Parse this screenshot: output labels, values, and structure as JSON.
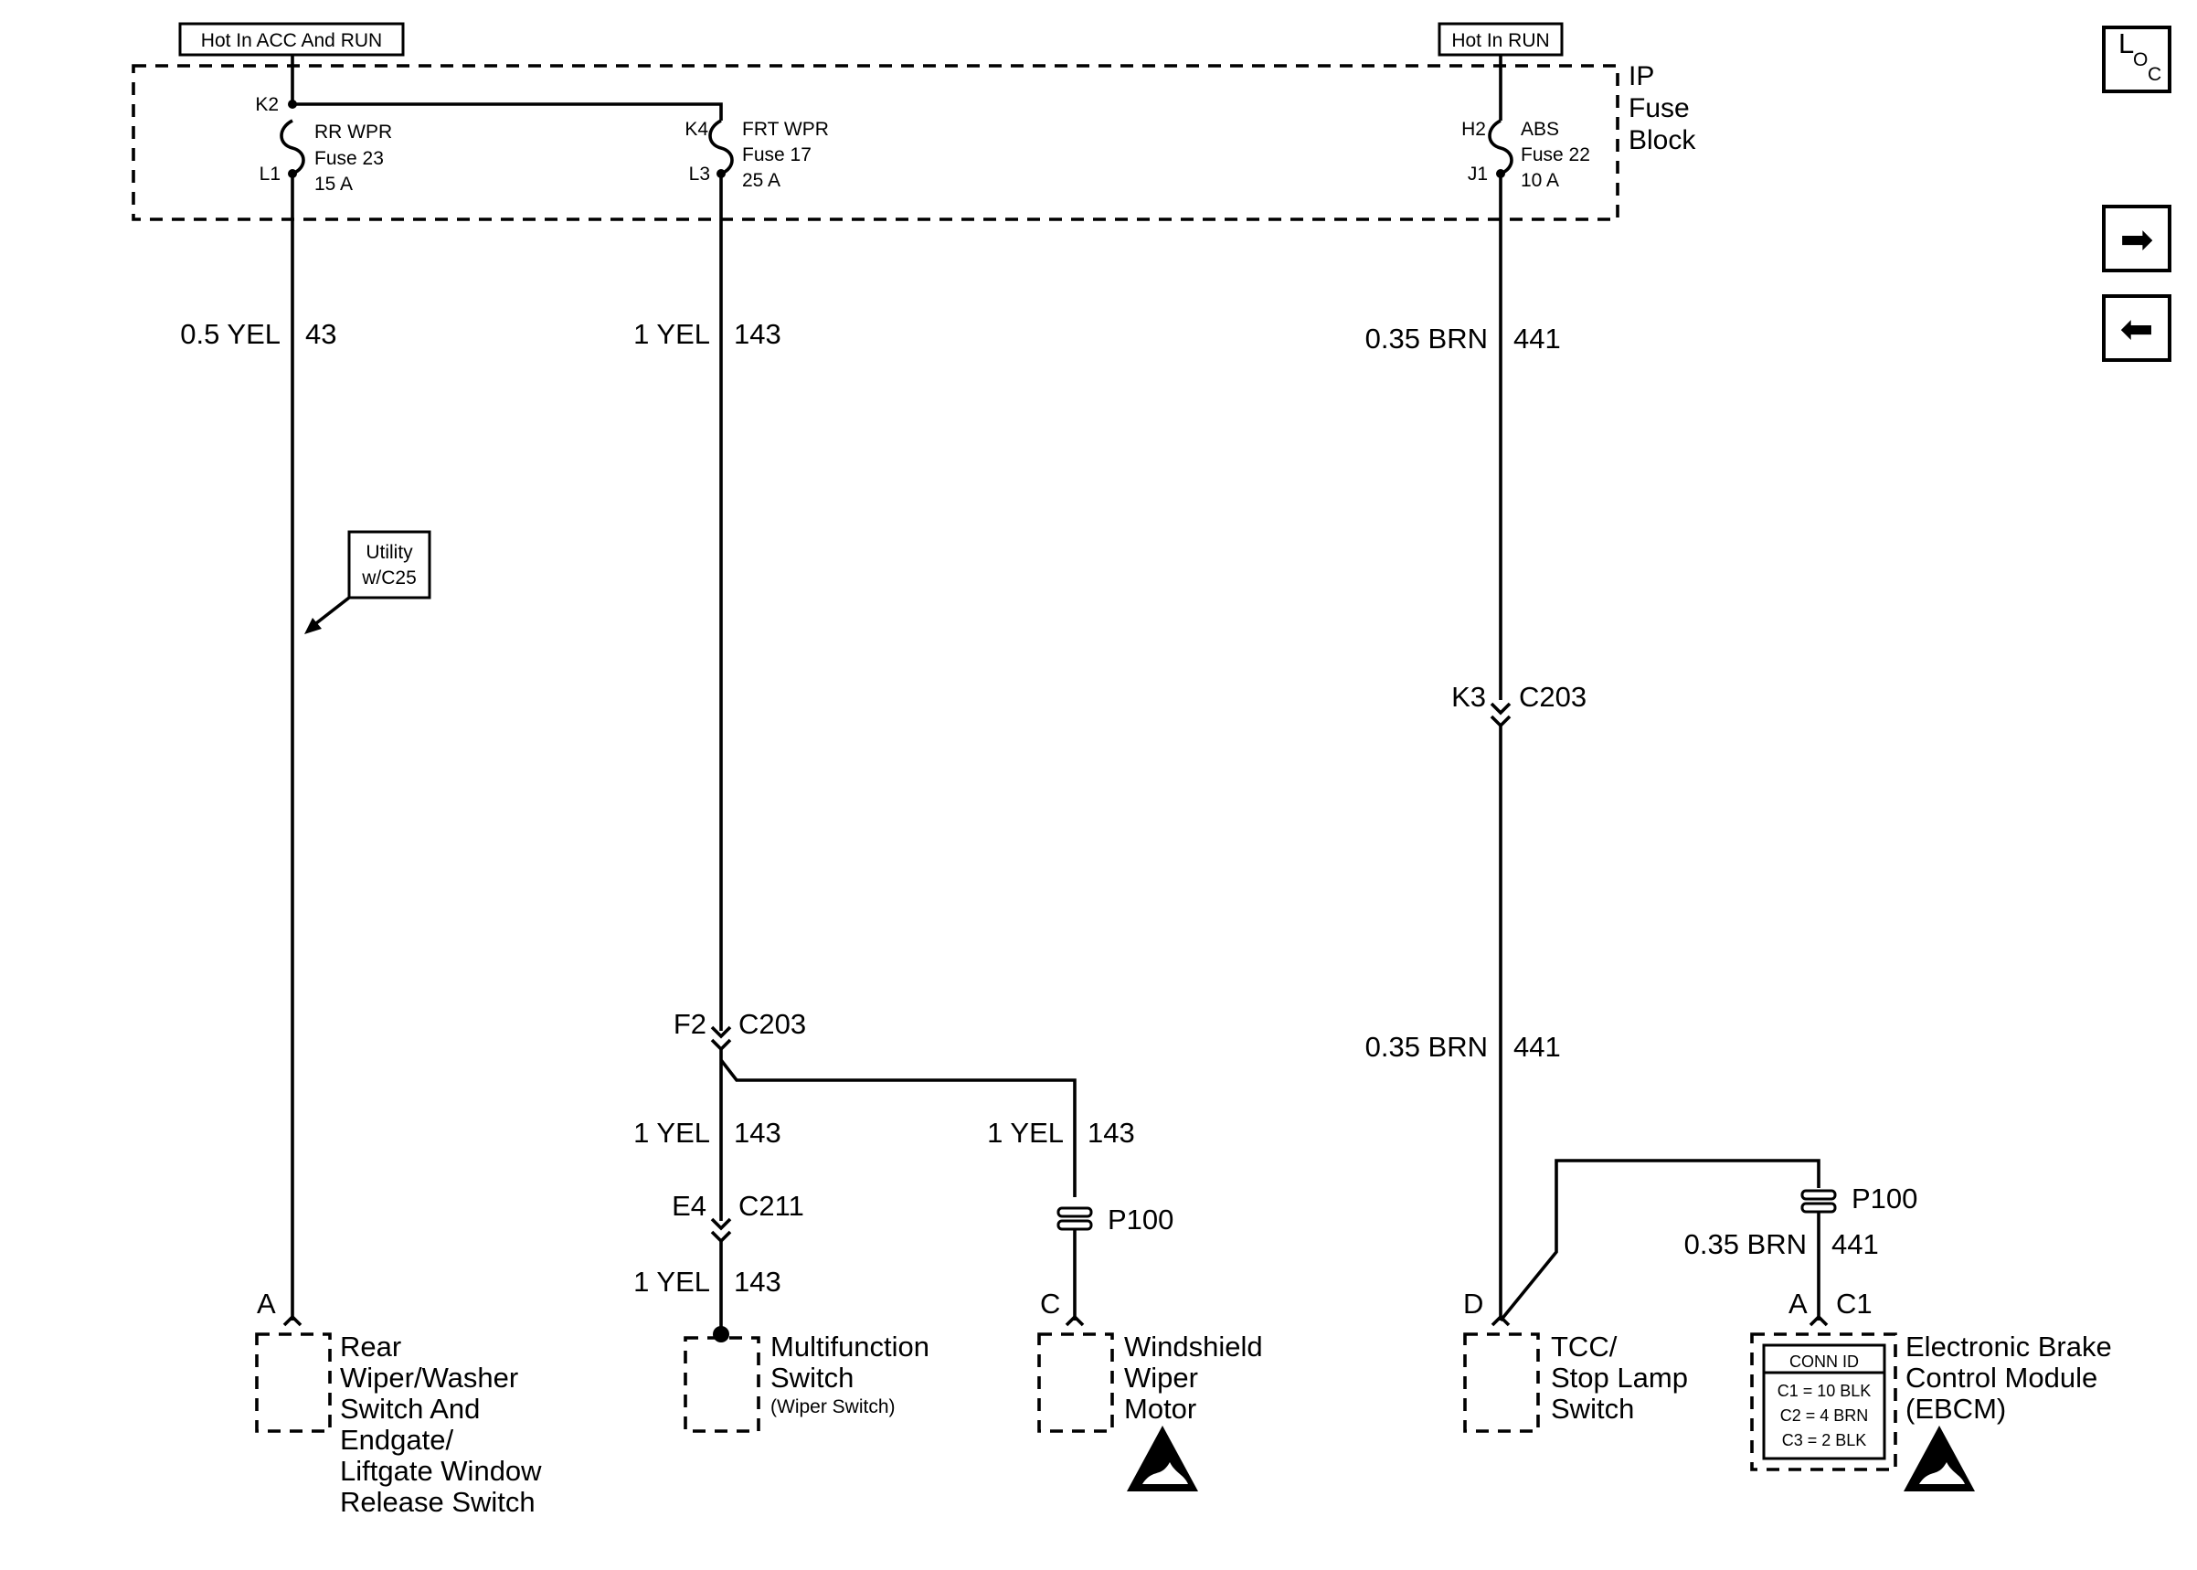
{
  "power_labels": {
    "acc_run": "Hot In ACC And RUN",
    "run": "Hot In RUN"
  },
  "fuse_block": {
    "line1": "IP",
    "line2": "Fuse",
    "line3": "Block",
    "fuses": [
      {
        "in_pin": "K2",
        "out_pin": "L1",
        "name": "RR WPR",
        "number": "Fuse 23",
        "rating": "15 A"
      },
      {
        "in_pin": "K4",
        "out_pin": "L3",
        "name": "FRT WPR",
        "number": "Fuse 17",
        "rating": "25 A"
      },
      {
        "in_pin": "H2",
        "out_pin": "J1",
        "name": "ABS",
        "number": "Fuse 22",
        "rating": "10 A"
      }
    ]
  },
  "wires": {
    "w43": {
      "size": "0.5 YEL",
      "circuit": "43"
    },
    "w143_top": {
      "size": "1 YEL",
      "circuit": "143"
    },
    "w441_top": {
      "size": "0.35 BRN",
      "circuit": "441"
    },
    "w143_mid": {
      "size": "1 YEL",
      "circuit": "143"
    },
    "w143_motor": {
      "size": "1 YEL",
      "circuit": "143"
    },
    "w143_bot": {
      "size": "1 YEL",
      "circuit": "143"
    },
    "w441_mid": {
      "size": "0.35 BRN",
      "circuit": "441"
    },
    "w441_ebcm": {
      "size": "0.35 BRN",
      "circuit": "441"
    }
  },
  "option_label": {
    "line1": "Utility",
    "line2": "w/C25"
  },
  "connectors": {
    "c203_k3": {
      "pin": "K3",
      "name": "C203"
    },
    "c203_f2": {
      "pin": "F2",
      "name": "C203"
    },
    "c211_e4": {
      "pin": "E4",
      "name": "C211"
    },
    "p100_motor": "P100",
    "p100_ebcm": "P100"
  },
  "components": {
    "rear_wiper": {
      "pin": "A",
      "lines": [
        "Rear",
        "Wiper/Washer",
        "Switch And",
        "Endgate/",
        "Liftgate Window",
        "Release Switch"
      ]
    },
    "multifunction": {
      "lines": [
        "Multifunction",
        "Switch"
      ],
      "sub": "(Wiper Switch)"
    },
    "wiper_motor": {
      "pin": "C",
      "lines": [
        "Windshield",
        "Wiper",
        "Motor"
      ]
    },
    "tcc_switch": {
      "pin": "D",
      "lines": [
        "TCC/",
        "Stop Lamp",
        "Switch"
      ]
    },
    "ebcm": {
      "pin": "A",
      "conn": "C1",
      "lines": [
        "Electronic Brake",
        "Control Module",
        "(EBCM)"
      ]
    }
  },
  "conn_id": {
    "title": "CONN ID",
    "rows": [
      "C1 = 10 BLK",
      "C2 = 4 BRN",
      "C3 = 2 BLK"
    ]
  },
  "nav": {
    "loc_l": "L",
    "loc_o": "O",
    "loc_c": "C",
    "next": "➡",
    "prev": "⬅"
  }
}
